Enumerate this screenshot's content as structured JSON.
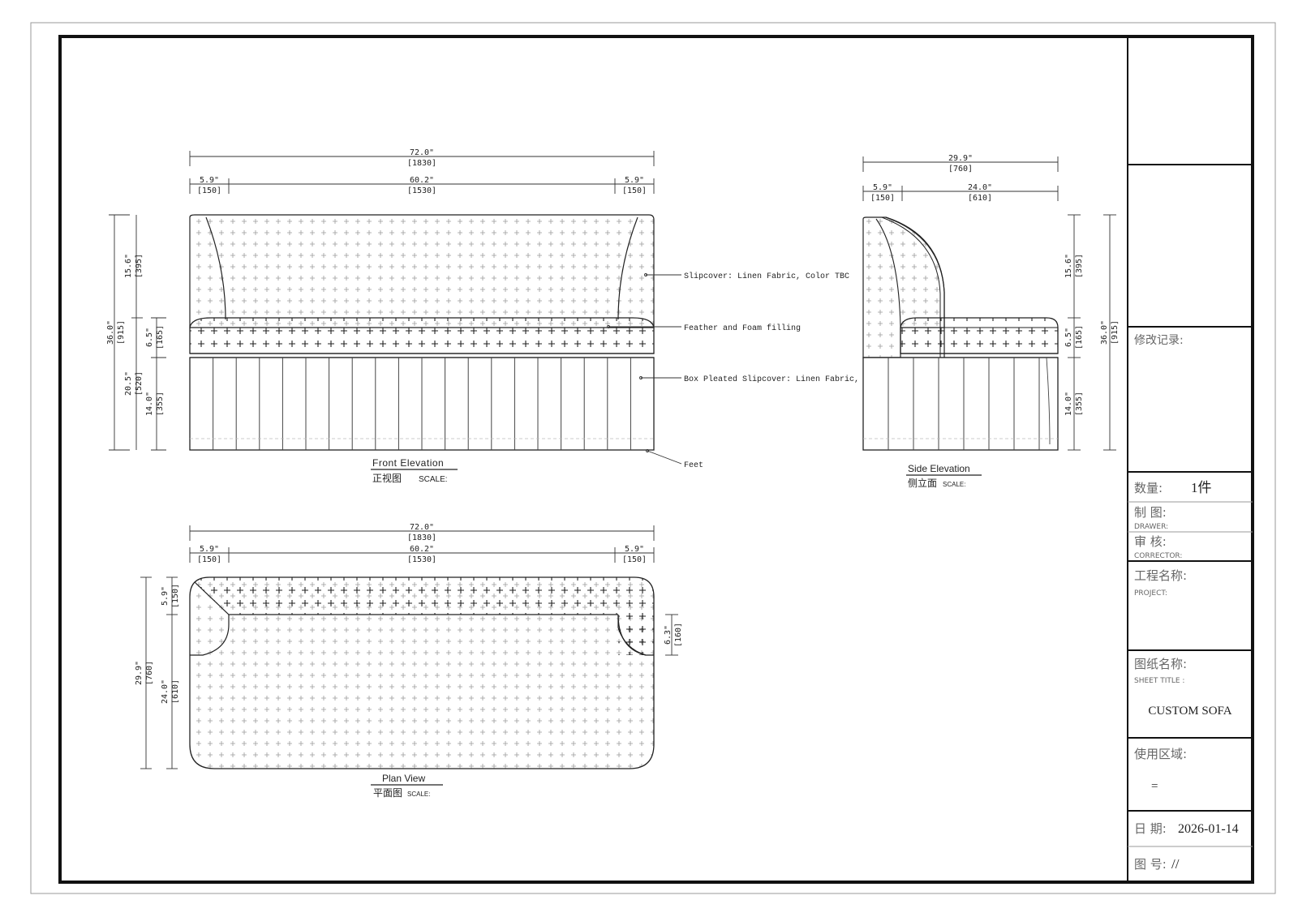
{
  "front": {
    "title": "Front  Elevation",
    "subtitle": "正视图",
    "scale": "SCALE:",
    "dims_top": {
      "overall": "72.0\"",
      "overall_mm": "[1830]",
      "left": "5.9\"",
      "left_mm": "[150]",
      "mid": "60.2\"",
      "mid_mm": "[1530]",
      "right": "5.9\"",
      "right_mm": "[150]"
    },
    "dims_left": {
      "total": "36.0\"",
      "total_mm": "[915]",
      "back": "15.6\"",
      "back_mm": "[395]",
      "cushion": "6.5\"",
      "cushion_mm": "[165]",
      "seat": "20.5\"",
      "seat_mm": "[520]",
      "base": "14.0\"",
      "base_mm": "[355]"
    },
    "callouts": {
      "slipcover": "Slipcover: Linen Fabric, Color TBC",
      "filling": "Feather and Foam filling",
      "box_pleated": "Box Pleated Slipcover: Linen Fabric, Color TBC",
      "feet": "Feet"
    }
  },
  "side": {
    "title": "Side Elevation",
    "subtitle": "侧立面",
    "scale": "SCALE:",
    "dims_top": {
      "overall": "29.9\"",
      "overall_mm": "[760]",
      "left": "5.9\"",
      "left_mm": "[150]",
      "right": "24.0\"",
      "right_mm": "[610]"
    },
    "dims_left": {
      "back": "15.6\"",
      "back_mm": "[395]",
      "cushion": "6.5\"",
      "cushion_mm": "[165]",
      "base": "14.0\"",
      "base_mm": "[355]"
    },
    "dims_right": {
      "total": "36.0\"",
      "total_mm": "[915]"
    }
  },
  "plan": {
    "title": "Plan View",
    "subtitle": "平面图",
    "scale": "SCALE:",
    "dims_top": {
      "overall": "72.0\"",
      "overall_mm": "[1830]",
      "left": "5.9\"",
      "left_mm": "[150]",
      "mid": "60.2\"",
      "mid_mm": "[1530]",
      "right": "5.9\"",
      "right_mm": "[150]"
    },
    "dims_left": {
      "total": "29.9\"",
      "total_mm": "[760]",
      "back": "5.9\"",
      "back_mm": "[150]",
      "seat": "24.0\"",
      "seat_mm": "[610]"
    },
    "dims_right": {
      "arm": "6.3\"",
      "arm_mm": "[160]"
    }
  },
  "title_block": {
    "revision_label": "修改记录:",
    "quantity_label": "数量:",
    "quantity_value": "1件",
    "drawer_label": "制 图:",
    "drawer_en": "DRAWER:",
    "corrector_label": "审 核:",
    "corrector_en": "CORRECTOR:",
    "project_label": "工程名称:",
    "project_en": "PROJECT:",
    "sheet_title_label": "图纸名称:",
    "sheet_title_en": "SHEET TITLE :",
    "sheet_title_value": "CUSTOM SOFA",
    "area_label": "使用区域:",
    "area_value": "=",
    "date_label": "日 期:",
    "date_value": "2026-01-14",
    "number_label": "图 号:",
    "number_value": "//"
  }
}
